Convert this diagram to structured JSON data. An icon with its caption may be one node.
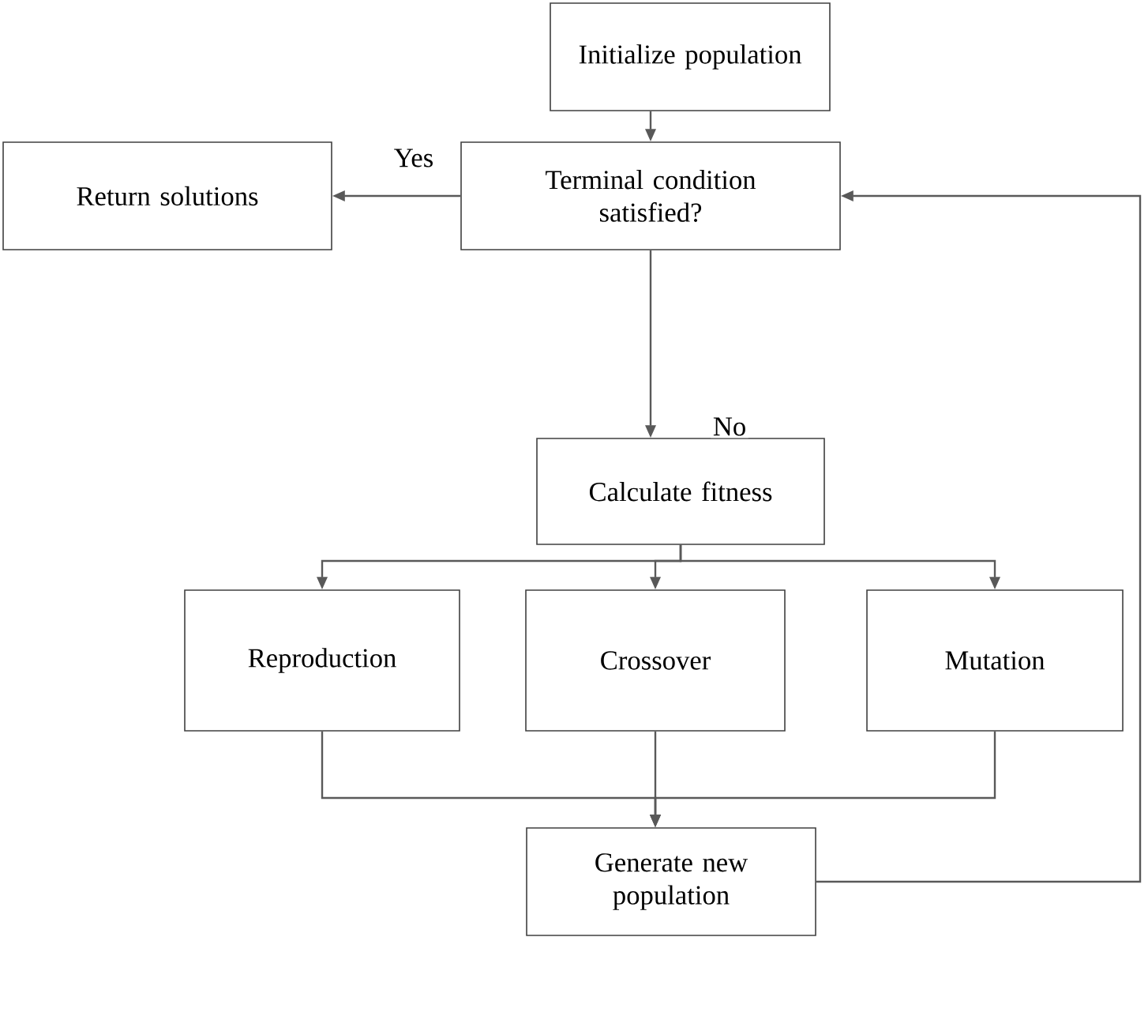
{
  "diagram": {
    "nodes": [
      {
        "text": [
          "Initialize population"
        ]
      },
      {
        "text": [
          "Terminal condition satisfied?"
        ]
      },
      {
        "text": [
          "Return solutions"
        ]
      },
      {
        "text": [
          "Calculate fitness"
        ]
      },
      {
        "text": [
          "Reproduction"
        ]
      },
      {
        "text": [
          "Crossover"
        ]
      },
      {
        "text": [
          "Mutation"
        ]
      },
      {
        "text": [
          "Generate new population"
        ]
      }
    ],
    "edges": [
      {
        "from": 0,
        "to": 1,
        "arrow": "to"
      },
      {
        "from": 1,
        "to": 2,
        "arrow": "to",
        "label": "Yes"
      },
      {
        "from": 1,
        "to": 3,
        "arrow": "to",
        "label": "No"
      },
      {
        "from": 3,
        "to": 4,
        "arrow": "to"
      },
      {
        "from": 3,
        "to": 5,
        "arrow": "to"
      },
      {
        "from": 3,
        "to": 6,
        "arrow": "to"
      },
      {
        "from": 4,
        "to": 7,
        "arrow": "to"
      },
      {
        "from": 5,
        "to": 7,
        "arrow": "to"
      },
      {
        "from": 6,
        "to": 7,
        "arrow": "to"
      },
      {
        "from": 7,
        "to": 1,
        "arrow": "to"
      }
    ]
  }
}
